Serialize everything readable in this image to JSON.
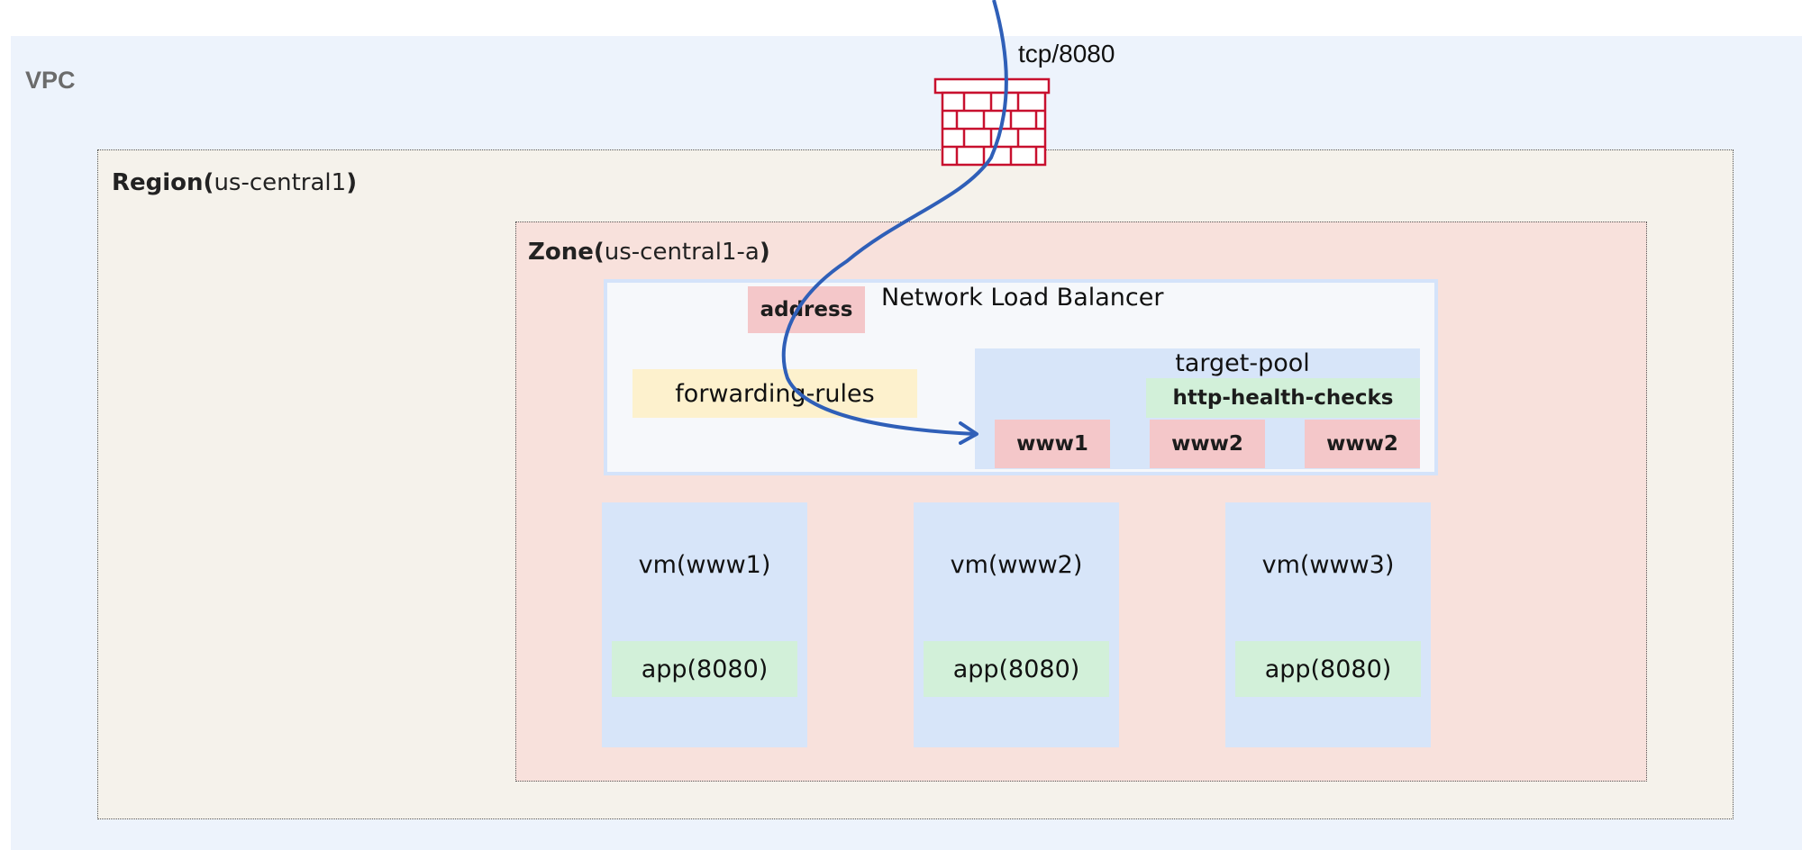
{
  "vpc": {
    "label": "VPC"
  },
  "region": {
    "prefix": "Region(",
    "name": "us-central1",
    "suffix": ")"
  },
  "zone": {
    "prefix": "Zone(",
    "name": "us-central1-a",
    "suffix": ")"
  },
  "firewall": {
    "port_label": "tcp/8080",
    "icon": "firewall-icon",
    "color": "#c8102e"
  },
  "load_balancer": {
    "title": "Network Load Balancer",
    "address_label": "address",
    "forwarding_rules_label": "forwarding-rules",
    "target_pool": {
      "label": "target-pool",
      "health_checks_label": "http-health-checks",
      "members": [
        "www1",
        "www2",
        "www2"
      ]
    }
  },
  "vms": [
    {
      "label": "vm(www1)",
      "app": "app(8080)"
    },
    {
      "label": "vm(www2)",
      "app": "app(8080)"
    },
    {
      "label": "vm(www3)",
      "app": "app(8080)"
    }
  ],
  "colors": {
    "flow_arrow": "#2f5fb8",
    "vpc_bg": "#edf3fc",
    "region_bg": "#f5f2eb",
    "zone_bg": "#f8e1dc",
    "pink_box": "#f4c7c9",
    "green_box": "#d2f0d9",
    "blue_box": "#d7e5f9",
    "yellow_box": "#fdf1cd"
  }
}
